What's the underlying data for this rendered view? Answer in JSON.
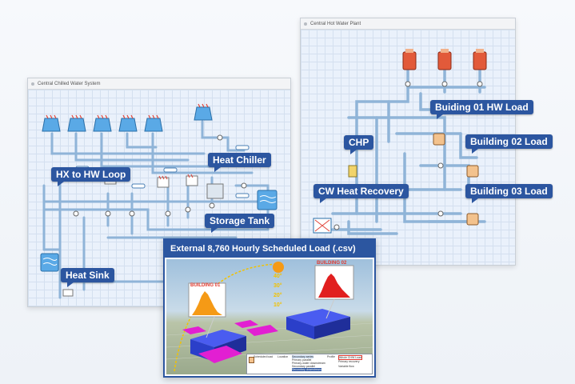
{
  "windows": {
    "chilled": {
      "title": "Central Chilled Water System"
    },
    "hotwater": {
      "title": "Central Hot Water Plant"
    }
  },
  "tags": {
    "hx_to_hw_loop": "HX to HW Loop",
    "heat_chiller": "Heat Chiller",
    "storage_tank": "Storage Tank",
    "heat_sink": "Heat Sink",
    "chp": "CHP",
    "cw_heat_recovery": "CW Heat Recovery",
    "bldg01_hw_load": "Buiding 01 HW Load",
    "bldg02_load": "Building 02 Load",
    "bldg03_load": "Building 03 Load"
  },
  "external": {
    "title": "External 8,760 Hourly Scheduled Load (.csv)",
    "building01": "BUILDING 01",
    "building02": "BUILDING 02",
    "degrees": [
      "40°",
      "30°",
      "20°",
      "10°"
    ],
    "panel": {
      "scheduled_load": "Scheduled load",
      "location": "Location",
      "col1": [
        "Secondary series",
        "Primary parallel",
        "Primary-water downstream",
        "Secondary parallel",
        "Secondary downstream"
      ],
      "profile_label": "Profile",
      "col2": [
        "Whole CHW Load",
        "Primary recovery",
        "Variable flow"
      ]
    }
  },
  "colors": {
    "tag_bg": "#2c56a0",
    "pipe": "#8fb4d8",
    "grid": "#d4e0ef",
    "building_glass": "#2b3fc9",
    "building_magenta": "#e21fd2"
  }
}
